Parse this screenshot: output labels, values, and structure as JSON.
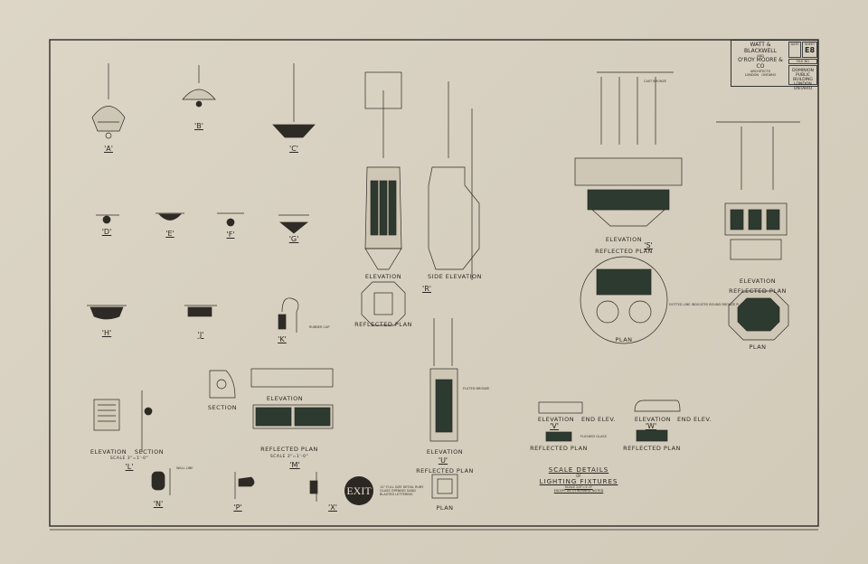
{
  "title_block": {
    "firm_line1": "WATT & BLACKWELL",
    "firm_and": "AND",
    "firm_line2": "O'ROY MOORE & CO",
    "firm_role": "ARCHITECTS",
    "city_left": "LONDON",
    "city_right": "ONTARIO",
    "date_label": "DATE",
    "sheet_label": "SHEET",
    "sheet_number": "E8",
    "file_label": "FILE NO",
    "project": "DOMINION PUBLIC BUILDING",
    "project_city": "LONDON ONTARIO"
  },
  "sheet_title": {
    "line1": "SCALE DETAILS",
    "line2": "OF",
    "line3": "LIGHTING FIXTURES",
    "line4": "SCALE 1/4\"=1'-0\"",
    "line5": "EXCEPT AS OTHERWISE NOTED"
  },
  "fixture_letters": {
    "A": "'A'",
    "B": "'B'",
    "C": "'C'",
    "D": "'D'",
    "E": "'E'",
    "F": "'F'",
    "G": "'G'",
    "H": "'H'",
    "J": "'J'",
    "K": "'K'",
    "L": "'L'",
    "M": "'M'",
    "N": "'N'",
    "P": "'P'",
    "R": "'R'",
    "S": "'S'",
    "U": "'U'",
    "V": "'V'",
    "W": "'W'",
    "X": "'X'"
  },
  "view_labels": {
    "elevation": "ELEVATION",
    "side_elevation": "SIDE ELEVATION",
    "reflected_plan": "REFLECTED PLAN",
    "section": "SECTION",
    "plan": "PLAN",
    "end_elev": "END ELEV.",
    "scale_l": "SCALE 3\"=1'-0\"",
    "scale_m": "SCALE 3\"=1'-0\""
  },
  "notes": {
    "flushed_glass": "FLUSHED GLASS",
    "cast_bronze": "CAST BRONZE",
    "fluted_bronze": "FLUTED BRONZE",
    "wall_line": "WALL LINE",
    "rubber_cap": "RUBBER CAP",
    "dotted_line": "DOTTED LINE INDICATES BOUND BRONZE PLATES",
    "exit_note": "12\" FULL SIZE DETAIL RUBY GLASS OPENING SAND BLASTED LETTERING"
  },
  "exit_sign": "EXIT"
}
